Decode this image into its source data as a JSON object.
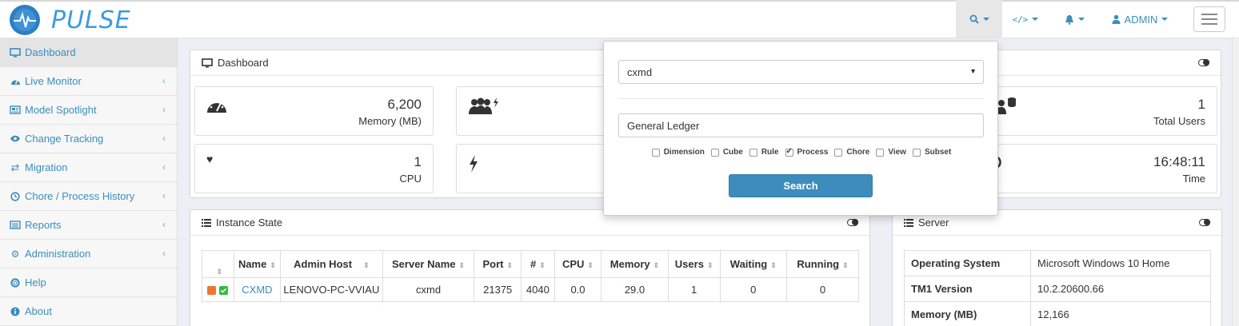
{
  "brand": {
    "name": "PULSE"
  },
  "navbar": {
    "user": "ADMIN"
  },
  "sidebar": {
    "items": [
      {
        "label": "Dashboard",
        "icon": "monitor-icon"
      },
      {
        "label": "Live Monitor",
        "icon": "tachometer-icon"
      },
      {
        "label": "Model Spotlight",
        "icon": "newspaper-icon"
      },
      {
        "label": "Change Tracking",
        "icon": "eye-icon"
      },
      {
        "label": "Migration",
        "icon": "retweet-icon"
      },
      {
        "label": "Chore / Process History",
        "icon": "clock-icon"
      },
      {
        "label": "Reports",
        "icon": "list-alt-icon"
      },
      {
        "label": "Administration",
        "icon": "cogs-icon"
      },
      {
        "label": "Help",
        "icon": "life-ring-icon"
      },
      {
        "label": "About",
        "icon": "info-circle-icon"
      }
    ]
  },
  "dashboard": {
    "title": "Dashboard",
    "stats": {
      "memory": {
        "value": "6,200",
        "label": "Memory (MB)"
      },
      "cpu": {
        "value": "1",
        "label": "CPU"
      },
      "users": {
        "value": "1",
        "label": "Total Users"
      },
      "time": {
        "value": "16:48:11",
        "label": "Time"
      }
    }
  },
  "instance_state": {
    "title": "Instance State",
    "columns": [
      "Name",
      "Admin Host",
      "Server Name",
      "Port",
      "#",
      "CPU",
      "Memory",
      "Users",
      "Waiting",
      "Running"
    ],
    "rows": [
      {
        "name": "CXMD",
        "admin_host": "LENOVO-PC-VVIAU",
        "server_name": "cxmd",
        "port": "21375",
        "num": "4040",
        "cpu": "0.0",
        "memory": "29.0",
        "users": "1",
        "waiting": "0",
        "running": "0"
      }
    ]
  },
  "server": {
    "title": "Server",
    "rows": [
      {
        "key": "Operating System",
        "value": "Microsoft Windows 10 Home"
      },
      {
        "key": "TM1 Version",
        "value": "10.2.20600.66"
      },
      {
        "key": "Memory (MB)",
        "value": "12,166"
      }
    ]
  },
  "search": {
    "selected_server": "cxmd",
    "query": "General Ledger",
    "button_label": "Search",
    "filters": [
      {
        "label": "Dimension",
        "checked": false
      },
      {
        "label": "Cube",
        "checked": false
      },
      {
        "label": "Rule",
        "checked": false
      },
      {
        "label": "Process",
        "checked": true
      },
      {
        "label": "Chore",
        "checked": false
      },
      {
        "label": "View",
        "checked": false
      },
      {
        "label": "Subset",
        "checked": false
      }
    ]
  },
  "colors": {
    "accent": "#3c8dbc",
    "brand": "#3c9be0",
    "status_stopped": "#f0752c",
    "status_running": "#2fbf3c"
  }
}
